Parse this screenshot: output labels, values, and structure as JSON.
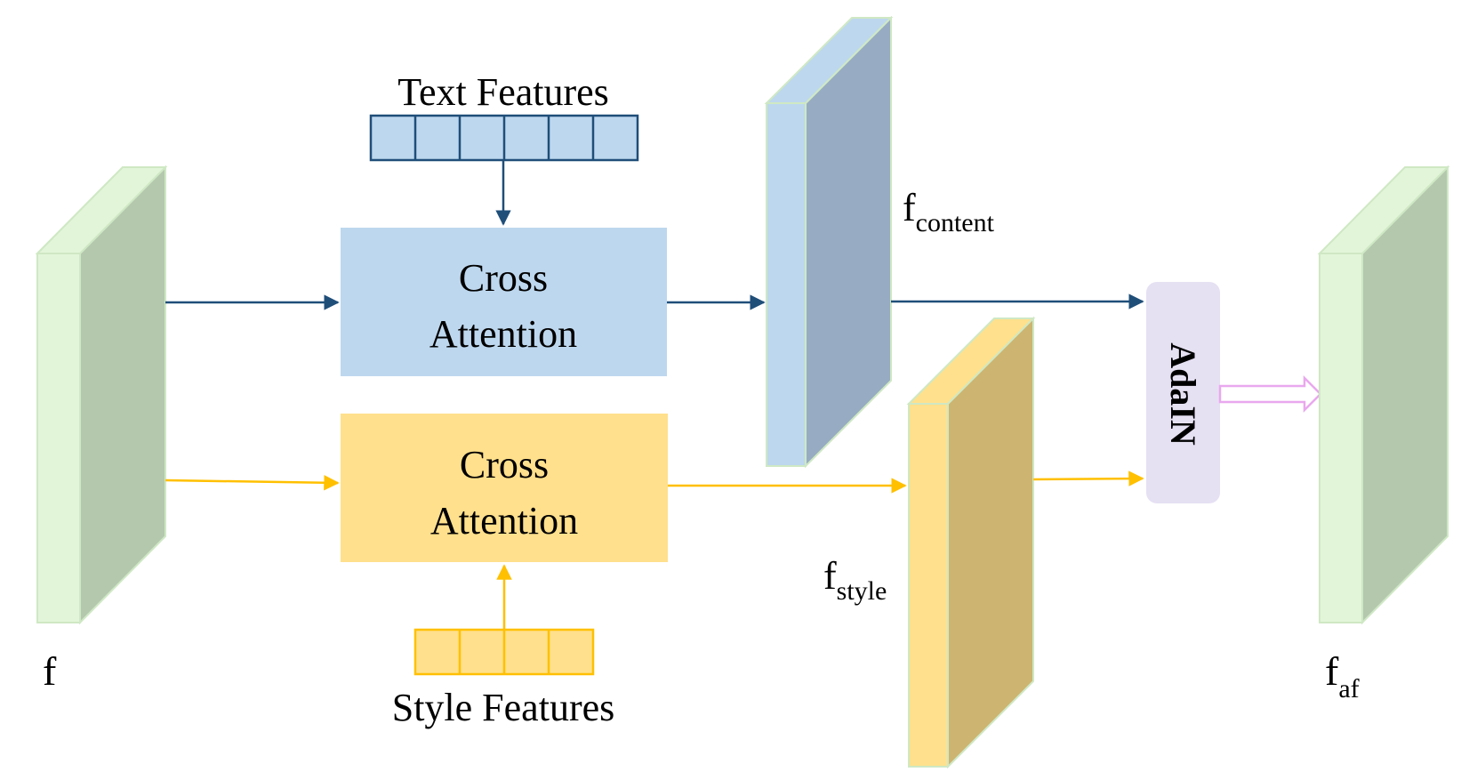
{
  "text_features": {
    "label": "Text Features",
    "cells": 6
  },
  "style_features": {
    "label": "Style Features",
    "cells": 4
  },
  "cross_attention_text": {
    "line1": "Cross",
    "line2": "Attention"
  },
  "cross_attention_style": {
    "line1": "Cross",
    "line2": "Attention"
  },
  "adain": {
    "label": "AdaIN"
  },
  "labels": {
    "f": "f",
    "f_content": {
      "base": "f",
      "sub": "content"
    },
    "f_style": {
      "base": "f",
      "sub": "style"
    },
    "f_af": {
      "base": "f",
      "sub": "af"
    }
  },
  "colors": {
    "blue_path": "#1f4e79",
    "yellow_path": "#ffc000",
    "blue_fill": "#bdd7ee",
    "yellow_fill": "#ffe08c",
    "green_fill": "#e2f5d9",
    "green_dark": "#b4c8ae",
    "blue_dark": "#97acc2",
    "yellow_dark": "#cdb470",
    "adain_fill": "#e6e0f3",
    "output_arrow": "#e9a8ee"
  }
}
